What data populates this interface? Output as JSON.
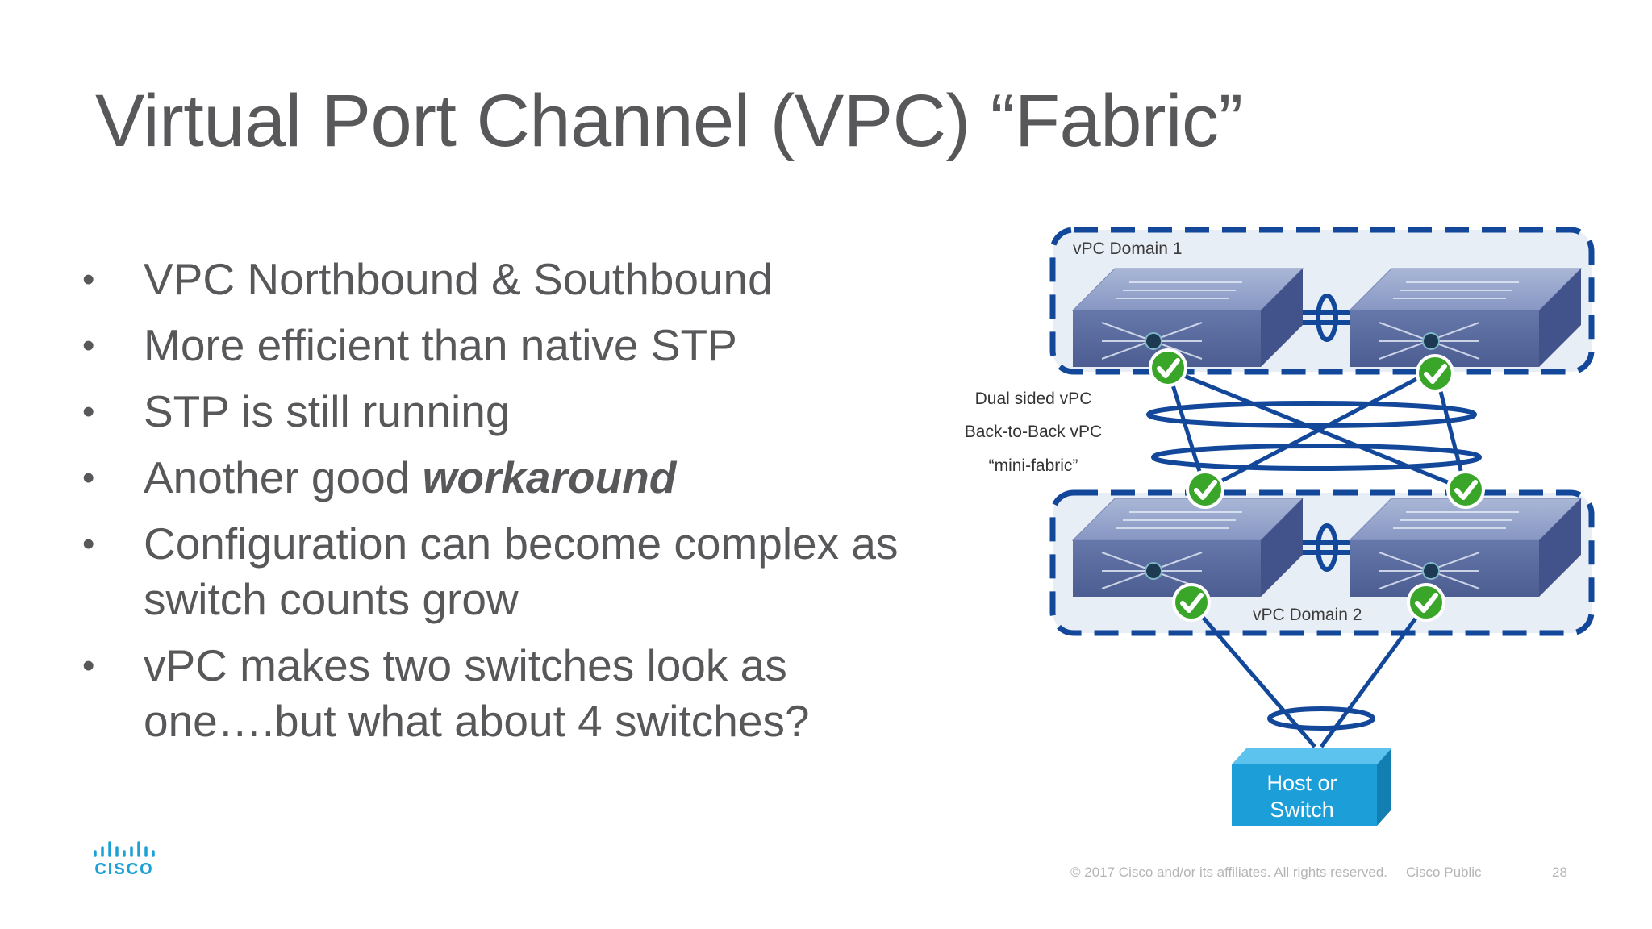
{
  "slide": {
    "title": "Virtual Port Channel (VPC) “Fabric”",
    "bullets": [
      {
        "text": "VPC Northbound & Southbound"
      },
      {
        "text": "More efficient than native STP"
      },
      {
        "text": "STP is still running"
      },
      {
        "text": "Another good ",
        "emphasis": "workaround"
      },
      {
        "text": "Configuration can become complex as switch counts grow"
      },
      {
        "text": "vPC makes two switches look as one….but what about 4 switches?"
      }
    ]
  },
  "diagram": {
    "domain1_label": "vPC Domain 1",
    "domain2_label": "vPC Domain 2",
    "annotations": [
      "Dual sided vPC",
      "Back-to-Back vPC",
      "“mini-fabric”"
    ],
    "host_label_line1": "Host or",
    "host_label_line2": "Switch",
    "colors": {
      "link": "#12479a",
      "domain_border": "#12479a",
      "domain_fill": "#e8eef5",
      "switch": "#5b6fa2",
      "host": "#1c9fd8",
      "check": "#3aa629"
    }
  },
  "footer": {
    "copyright": "© 2017  Cisco and/or its affiliates. All rights reserved.",
    "classification": "Cisco Public",
    "page_number": "28",
    "logo_text": "CISCO"
  }
}
